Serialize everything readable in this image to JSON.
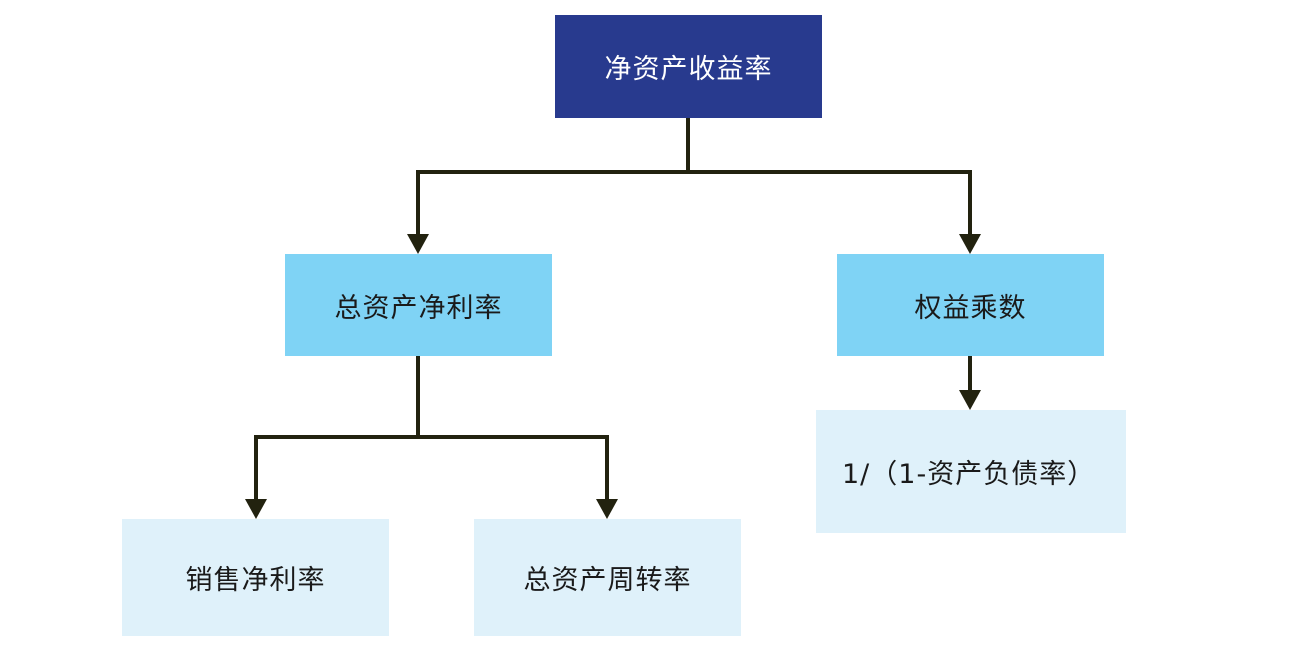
{
  "diagram": {
    "root": {
      "label": "净资产收益率",
      "color": "#283a8e"
    },
    "level1": [
      {
        "id": "roa",
        "label": "总资产净利率",
        "color": "#7fd3f5"
      },
      {
        "id": "em",
        "label": "权益乘数",
        "color": "#7fd3f5"
      }
    ],
    "level2": [
      {
        "id": "npm",
        "label": "销售净利率",
        "parent": "roa",
        "color": "#dff1fa"
      },
      {
        "id": "tat",
        "label": "总资产周转率",
        "parent": "roa",
        "color": "#dff1fa"
      },
      {
        "id": "dr",
        "label": "1/（1-资产负债率）",
        "parent": "em",
        "color": "#dff1fa"
      }
    ],
    "connector_color": "#22220f"
  }
}
